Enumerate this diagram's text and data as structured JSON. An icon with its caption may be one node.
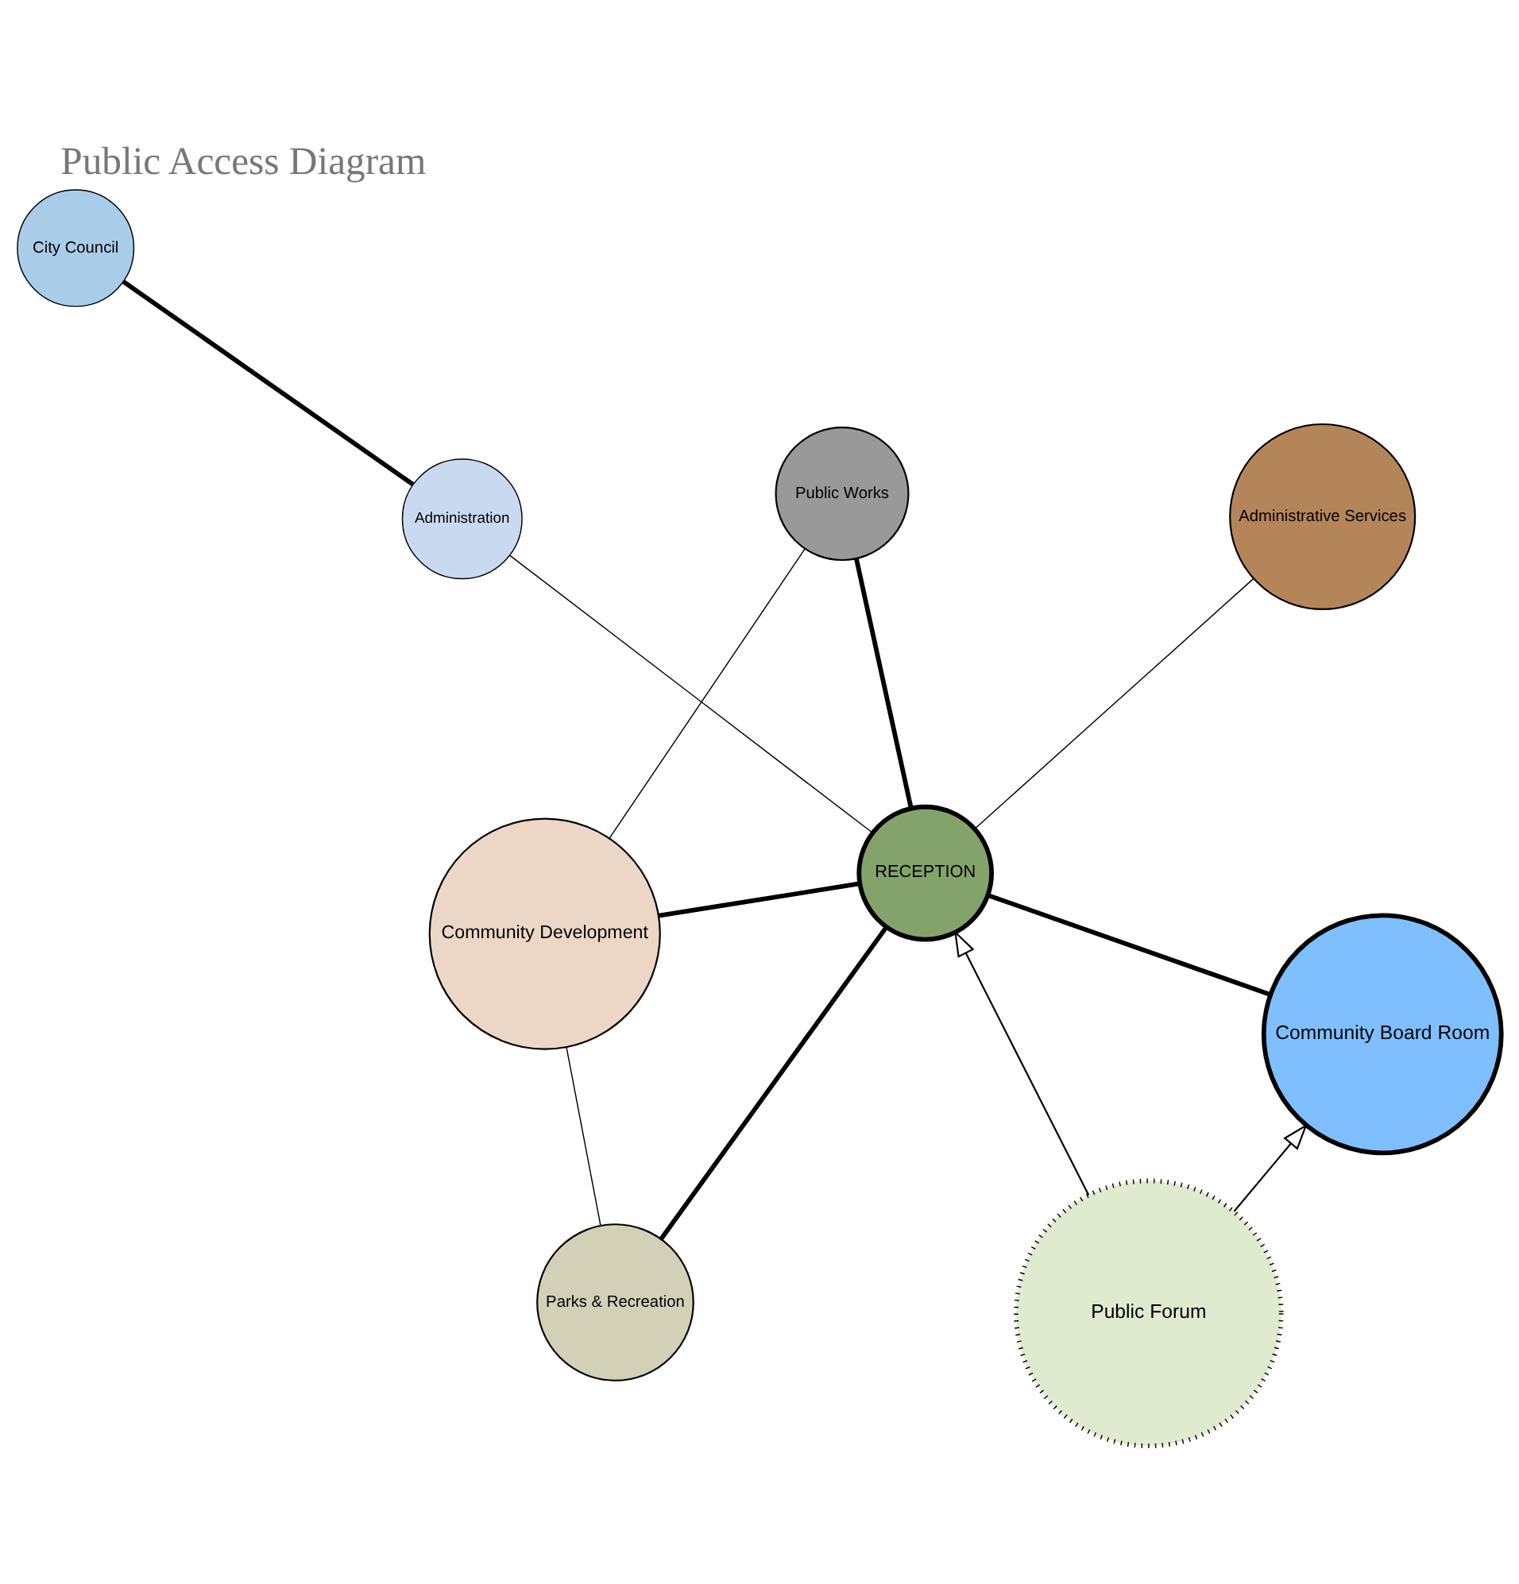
{
  "diagram": {
    "title": "Public Access Diagram",
    "nodes": [
      {
        "text": [
          "Parks & Recreation"
        ]
      },
      {
        "text": [
          "Administrative Services"
        ]
      },
      {
        "text": [
          "Community Development"
        ]
      },
      {
        "text": [
          "Administration"
        ]
      },
      {
        "text": [
          "RECEPTION"
        ]
      },
      {
        "text": [
          "Public Works"
        ]
      },
      {
        "text": [
          "City Council"
        ]
      },
      {
        "text": [
          "Community Board Room"
        ]
      },
      {
        "text": [
          "Public Forum"
        ]
      }
    ],
    "edges": [
      {
        "from": 0,
        "to": 4,
        "arrow": "none",
        "style": "thick"
      },
      {
        "from": 0,
        "to": 2,
        "arrow": "none"
      },
      {
        "from": 1,
        "to": 4,
        "arrow": "none"
      },
      {
        "from": 2,
        "to": 4,
        "arrow": "none",
        "style": "thick"
      },
      {
        "from": 2,
        "to": 5,
        "arrow": "none"
      },
      {
        "from": 3,
        "to": 4,
        "arrow": "none"
      },
      {
        "from": 3,
        "to": 6,
        "arrow": "none",
        "style": "thick"
      },
      {
        "from": 4,
        "to": 5,
        "arrow": "none",
        "style": "thick"
      },
      {
        "from": 4,
        "to": 7,
        "arrow": "none",
        "style": "thick"
      },
      {
        "from": 8,
        "to": 4,
        "arrow": "to"
      },
      {
        "from": 8,
        "to": 7,
        "arrow": "to"
      }
    ]
  }
}
